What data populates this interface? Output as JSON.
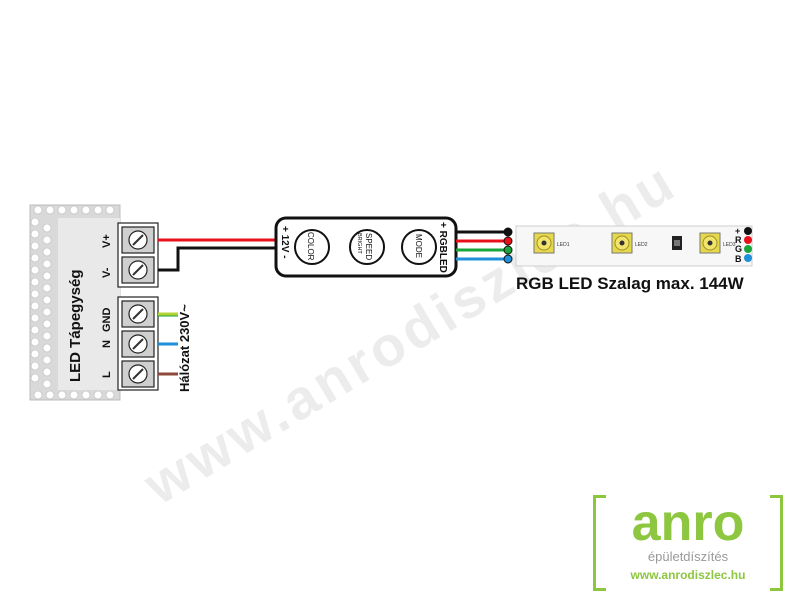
{
  "watermark": "www.anrodiszlec.hu",
  "power_supply": {
    "title": "LED Tápegység",
    "terminals": [
      "V+",
      "V-",
      "GND",
      "N",
      "L"
    ],
    "mains_label": "Hálózat 230V~"
  },
  "controller": {
    "input_label": "+ 12V -",
    "output_label": "+ RGBLED",
    "buttons": [
      "COLOR",
      "SPEED",
      "MODE"
    ],
    "speed_sub": "BRIGHT"
  },
  "strip": {
    "pin_labels": [
      "+",
      "R",
      "G",
      "B"
    ],
    "leds": [
      "LED1",
      "LED2",
      "LED3"
    ],
    "caption": "RGB LED Szalag max. 144W"
  },
  "logo": {
    "word": "anro",
    "tagline": "épületdíszítés",
    "url": "www.anrodiszlec.hu"
  },
  "colors": {
    "red_wire": "#e8111a",
    "black_wire": "#111111",
    "green_wire": "#18a53a",
    "blue_wire": "#1f8fd8",
    "brown_wire": "#8b4a3a",
    "yellow_green": "#b5d335",
    "brand_green": "#8dc63f"
  }
}
